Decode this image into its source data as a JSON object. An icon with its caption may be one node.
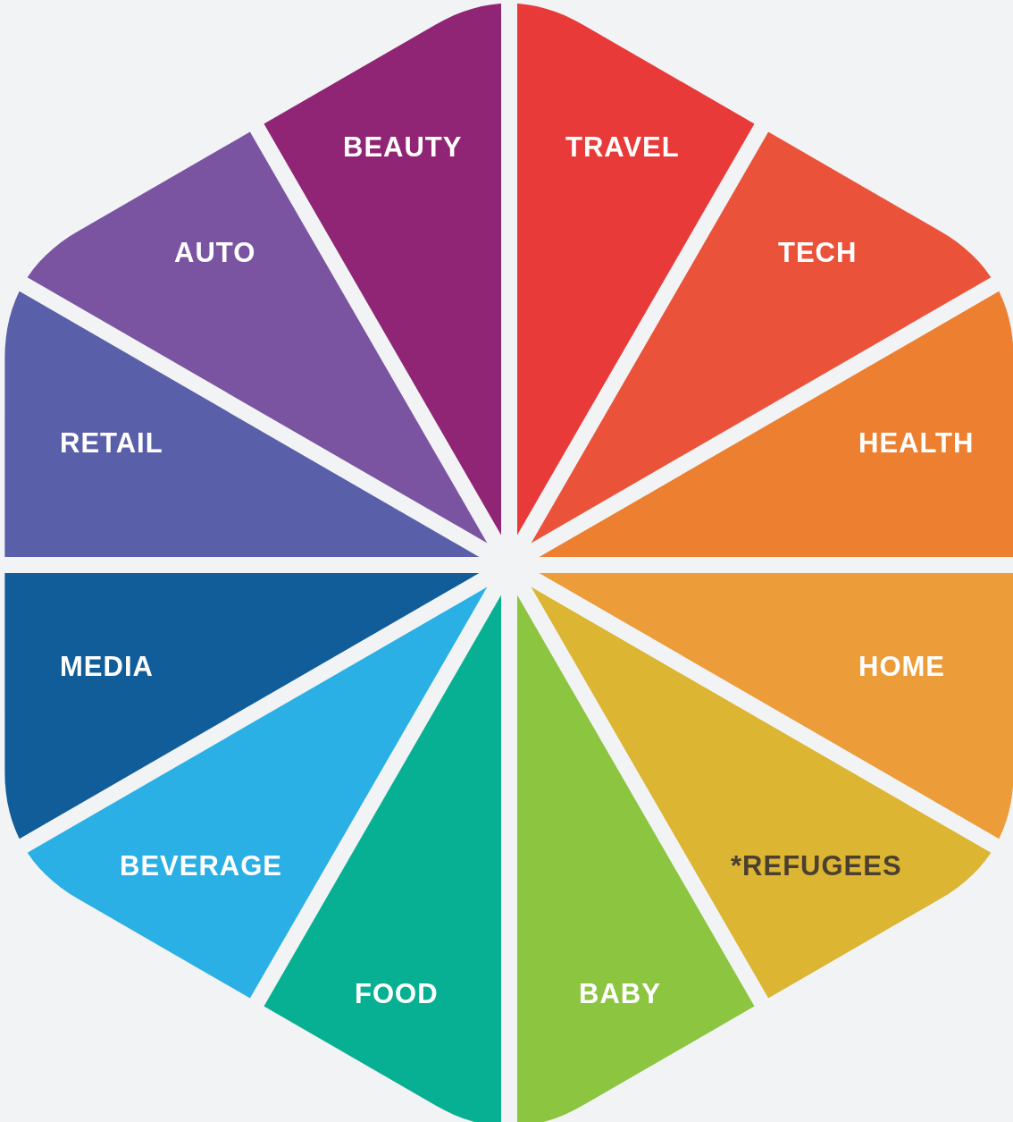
{
  "diagram": {
    "nodes": [
      {
        "text": [
          "BEAUTY"
        ]
      },
      {
        "text": [
          "TRAVEL"
        ]
      },
      {
        "text": [
          "AUTO"
        ]
      },
      {
        "text": [
          "TECH"
        ]
      },
      {
        "text": [
          "RETAIL"
        ]
      },
      {
        "text": [
          "HEALTH"
        ]
      },
      {
        "text": [
          "MEDIA"
        ]
      },
      {
        "text": [
          "HOME"
        ]
      },
      {
        "text": [
          "BEVERAGE"
        ]
      },
      {
        "text": [
          "*REFUGEES"
        ]
      },
      {
        "text": [
          "FOOD"
        ]
      },
      {
        "text": [
          "BABY"
        ]
      }
    ]
  }
}
